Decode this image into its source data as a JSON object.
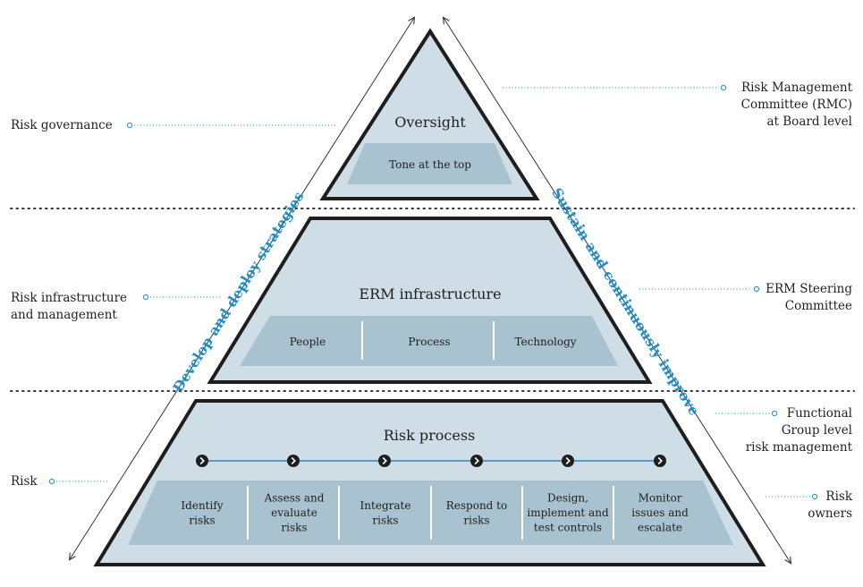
{
  "left_labels": {
    "risk_governance": "Risk governance",
    "risk_infra_line1": "Risk infrastructure",
    "risk_infra_line2": "and management",
    "risk": "Risk"
  },
  "right_labels": {
    "rmc_line1": "Risk Management",
    "rmc_line2": "Committee (RMC)",
    "rmc_line3": "at Board level",
    "erm_line1": "ERM Steering",
    "erm_line2": "Committee",
    "func_line1": "Functional",
    "func_line2": "Group level",
    "func_line3": "risk management",
    "owners_line1": "Risk",
    "owners_line2": "owners"
  },
  "side_texts": {
    "left": "Develop and deploy strategies",
    "right": "Sustain and continuously improve"
  },
  "tiers": {
    "top": {
      "title": "Oversight",
      "sub": "Tone at the top"
    },
    "middle": {
      "title": "ERM infrastructure",
      "items": [
        "People",
        "Process",
        "Technology"
      ]
    },
    "bottom": {
      "title": "Risk process",
      "steps": [
        [
          "Identify",
          "risks"
        ],
        [
          "Assess and",
          "evaluate",
          "risks"
        ],
        [
          "Integrate",
          "risks"
        ],
        [
          "Respond to",
          "risks"
        ],
        [
          "Design,",
          "implement and",
          "test controls"
        ],
        [
          "Monitor",
          "issues and",
          "escalate"
        ]
      ]
    }
  },
  "colors": {
    "tier_fill": "#cfdde6",
    "band_fill": "#a9c2cf",
    "outline": "#1e1e1e",
    "accent": "#1f8ec6",
    "dotted": "#333333"
  }
}
